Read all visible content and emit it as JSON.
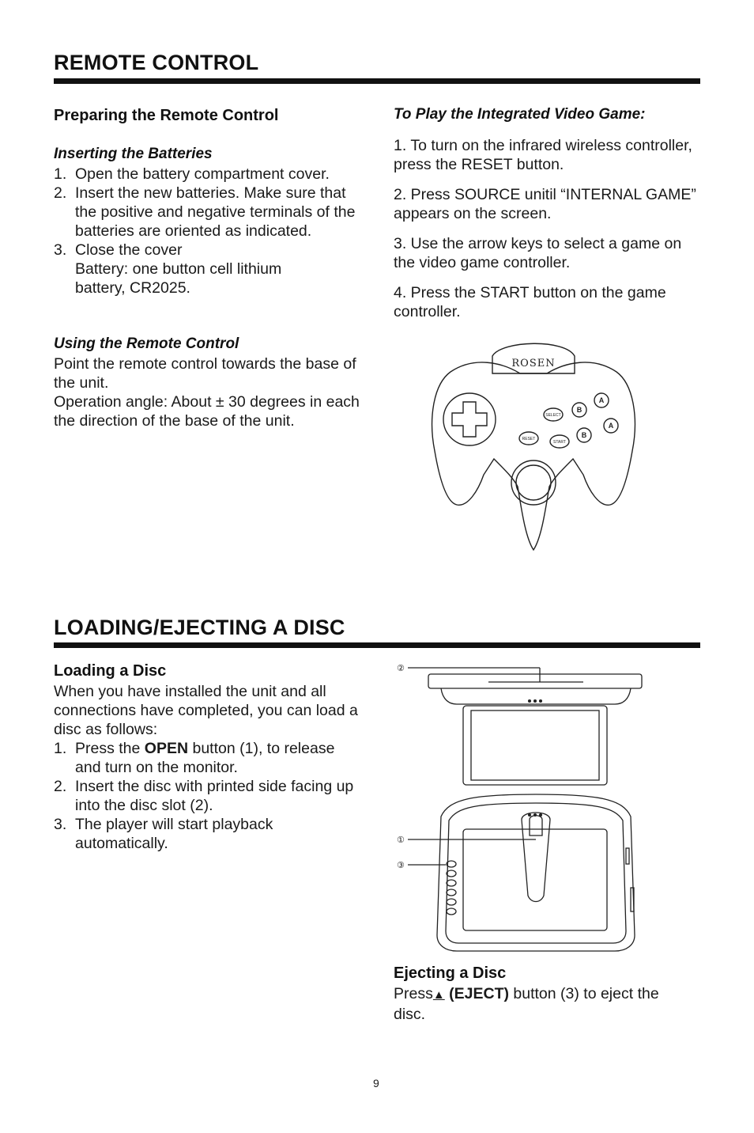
{
  "section1": {
    "title": "REMOTE CONTROL",
    "left": {
      "heading": "Preparing the Remote Control",
      "batteries": {
        "heading": "Inserting the Batteries",
        "items": [
          {
            "num": "1.",
            "text": "Open the battery compartment cover."
          },
          {
            "num": "2.",
            "text": "Insert the new batteries.  Make sure that the positive and negative terminals of the batteries are oriented as indicated."
          },
          {
            "num": "3.",
            "text": "Close the cover"
          }
        ],
        "battery_line1": "Battery:  one button cell lithium",
        "battery_line2": "battery, CR2025."
      },
      "using": {
        "heading": "Using the Remote Control",
        "text1": "Point the remote control towards the base of the unit.",
        "text2": "Operation angle:  About ± 30 degrees in each the direction of the base of the unit."
      }
    },
    "right": {
      "heading": "To Play the Integrated Video Game:",
      "steps": [
        "1. To turn on the infrared wireless controller, press the RESET button.",
        "2. Press SOURCE unitil “INTERNAL GAME” appears on the screen.",
        "3. Use the arrow keys to select a game on the video game controller.",
        "4. Press the START button on the game controller."
      ],
      "controller": {
        "brand": "ROSEN",
        "buttons": {
          "reset": "RESET",
          "select": "SELECT",
          "start": "START",
          "a": "A",
          "b": "B"
        }
      }
    }
  },
  "section2": {
    "title": "LOADING/EJECTING A DISC",
    "loading": {
      "heading": "Loading a Disc",
      "intro": "When you have installed the unit and all connections have completed, you can load a disc as follows:",
      "items": [
        {
          "num": "1.",
          "pre": "Press the ",
          "bold": "OPEN",
          "post": " button (1), to release and turn on the monitor."
        },
        {
          "num": "2.",
          "text": "Insert the disc with printed side facing up into the disc slot (2)."
        },
        {
          "num": "3.",
          "text": "The player will start playback automatically."
        }
      ]
    },
    "diagram_callouts": [
      "①",
      "②",
      "③"
    ],
    "ejecting": {
      "heading": "Ejecting a Disc",
      "pre": "Press",
      "eject_symbol": "▲",
      "bold": " (EJECT)",
      "post": " button (3) to eject the disc."
    }
  },
  "page_number": "9"
}
